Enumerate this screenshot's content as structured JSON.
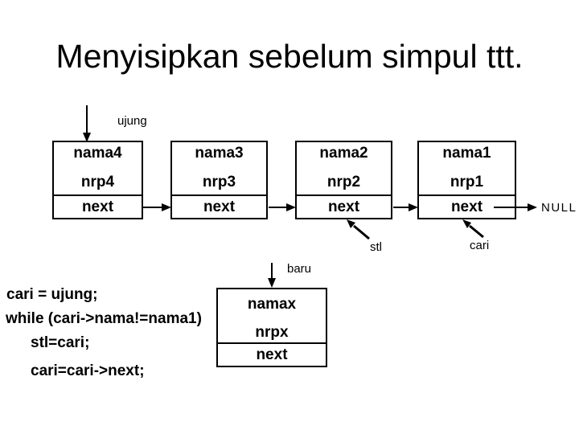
{
  "slide": {
    "title": "Menyisipkan sebelum simpul ttt."
  },
  "labels": {
    "ujung": "ujung",
    "baru": "baru",
    "stl": "stl",
    "cari": "cari",
    "null_terminator": "NULL"
  },
  "linked_list": {
    "nodes": [
      {
        "name": "nama4",
        "nrp": "nrp4",
        "next": "next"
      },
      {
        "name": "nama3",
        "nrp": "nrp3",
        "next": "next"
      },
      {
        "name": "nama2",
        "nrp": "nrp2",
        "next": "next"
      },
      {
        "name": "nama1",
        "nrp": "nrp1",
        "next": "next"
      }
    ],
    "new_node": {
      "name": "namax",
      "nrp": "nrpx",
      "next": "next"
    }
  },
  "code_lines": [
    "cari = ujung;",
    "while (cari->nama!=nama1)",
    "stl=cari;",
    "cari=cari->next;"
  ],
  "colors": {
    "background": "#ffffff",
    "ink": "#000000"
  }
}
